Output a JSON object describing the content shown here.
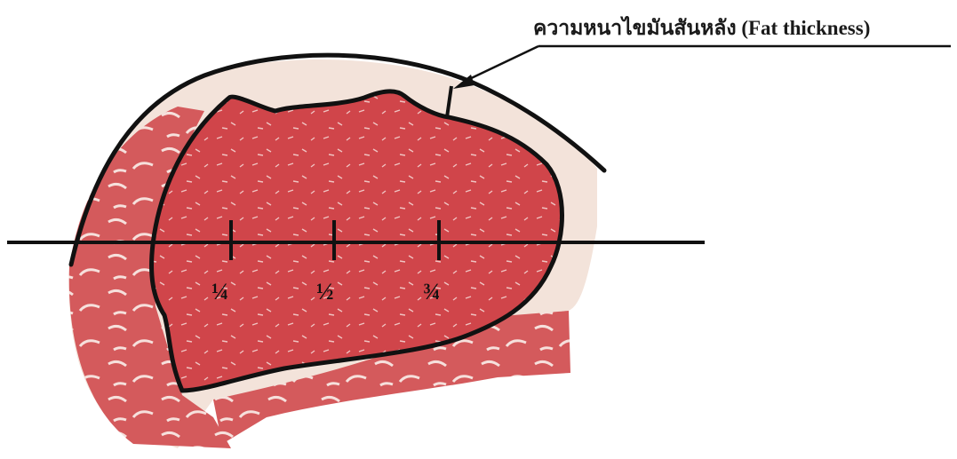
{
  "callout": {
    "text": "ความหนาไขมันสันหลัง (Fat thickness)"
  },
  "markers": [
    {
      "label": "¼",
      "position": 0.25
    },
    {
      "label": "½",
      "position": 0.5
    },
    {
      "label": "¾",
      "position": 0.75
    }
  ],
  "colors": {
    "lean": "#d0454a",
    "lean_dark": "#b8323a",
    "fat": "#f3e3da",
    "outline": "#111111"
  }
}
